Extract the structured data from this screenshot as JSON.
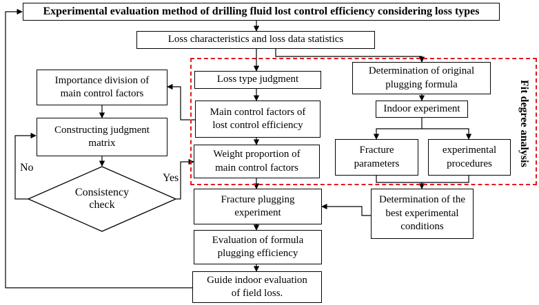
{
  "title": "Experimental evaluation method of drilling fluid lost control efficiency considering loss types",
  "nodes": {
    "loss_statistics": "Loss characteristics and loss data statistics",
    "importance_division": "Importance division of\nmain control factors",
    "constructing_matrix": "Constructing judgment\nmatrix",
    "consistency_check": "Consistency\ncheck",
    "loss_type_judgment": "Loss type judgment",
    "main_control_factors": "Main control factors of\nlost control efficiency",
    "weight_proportion": "Weight proportion of\nmain control factors",
    "original_formula": "Determination of original\nplugging formula",
    "indoor_experiment": "Indoor experiment",
    "fracture_parameters": "Fracture\nparameters",
    "experimental_procedures": "experimental\nprocedures",
    "fracture_plugging": "Fracture plugging\nexperiment",
    "best_conditions": "Determination of the\nbest experimental\nconditions",
    "formula_evaluation": "Evaluation of formula\nplugging  efficiency",
    "guide_evaluation": "Guide indoor evaluation\nof field loss."
  },
  "edge_labels": {
    "no": "No",
    "yes": "Yes"
  },
  "region_label": "Fit degree analysis",
  "colors": {
    "region_border": "#e0191e",
    "line": "#000000"
  }
}
